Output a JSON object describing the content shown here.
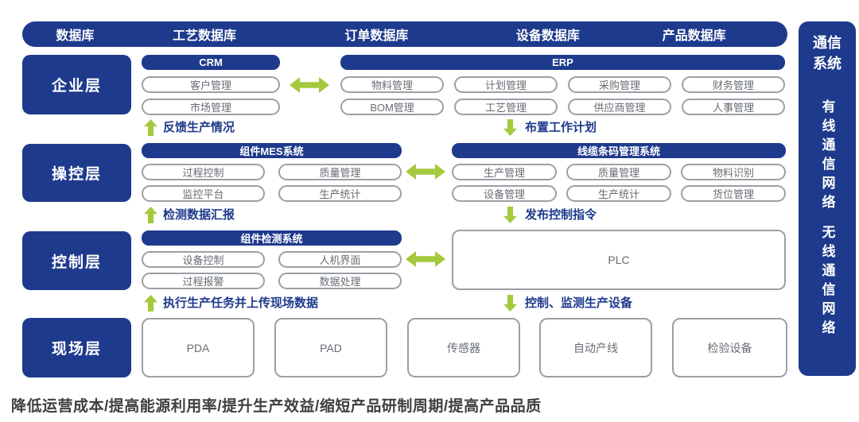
{
  "colors": {
    "navy": "#1e3a8c",
    "green": "#a5c93e",
    "pill_border": "#9aa0a6",
    "pill_text": "#686d73",
    "footer_text": "#3f3f3f"
  },
  "top_bar": {
    "labels": [
      "数据库",
      "工艺数据库",
      "订单数据库",
      "设备数据库",
      "产品数据库"
    ]
  },
  "layers": {
    "enterprise": "企业层",
    "operation": "操控层",
    "control": "控制层",
    "field": "现场层"
  },
  "comm": {
    "title": "通信系统",
    "wired": "有线通信网络",
    "wireless": "无线通信网络"
  },
  "enterprise": {
    "crm": {
      "header": "CRM",
      "rows": [
        [
          "客户管理"
        ],
        [
          "市场管理"
        ]
      ]
    },
    "erp": {
      "header": "ERP",
      "rows": [
        [
          "物料管理",
          "计划管理",
          "采购管理",
          "财务管理"
        ],
        [
          "BOM管理",
          "工艺管理",
          "供应商管理",
          "人事管理"
        ]
      ]
    }
  },
  "operation": {
    "mes": {
      "header": "组件MES系统",
      "rows": [
        [
          "过程控制",
          "质量管理"
        ],
        [
          "监控平台",
          "生产统计"
        ]
      ]
    },
    "cable": {
      "header": "线缆条码管理系统",
      "rows": [
        [
          "生产管理",
          "质量管理",
          "物料识别"
        ],
        [
          "设备管理",
          "生产统计",
          "货位管理"
        ]
      ]
    }
  },
  "control": {
    "detect": {
      "header": "组件检测系统",
      "rows": [
        [
          "设备控制",
          "人机界面"
        ],
        [
          "过程报警",
          "数据处理"
        ]
      ]
    },
    "plc": "PLC"
  },
  "field": {
    "devices": [
      "PDA",
      "PAD",
      "传感器",
      "自动产线",
      "检验设备"
    ]
  },
  "flows": {
    "f1_up": "反馈生产情况",
    "f1_down": "布置工作计划",
    "f2_up": "检测数据汇报",
    "f2_down": "发布控制指令",
    "f3_up": "执行生产任务并上传现场数据",
    "f3_down": "控制、监测生产设备"
  },
  "footer": "降低运营成本/提高能源利用率/提升生产效益/缩短产品研制周期/提高产品品质"
}
